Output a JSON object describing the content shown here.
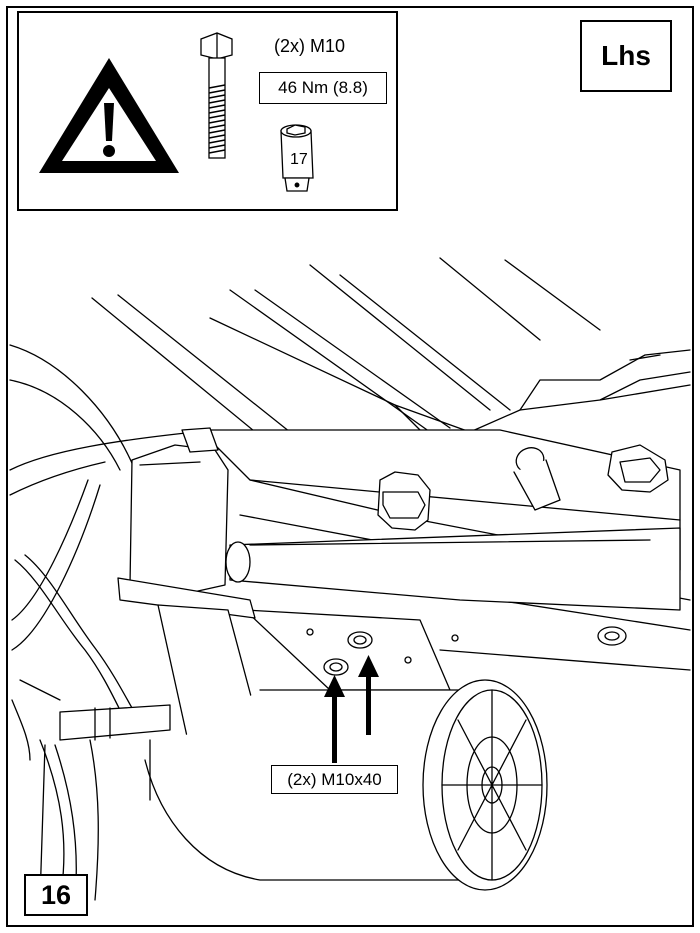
{
  "warning": {
    "quantity_label": "(2x) M10",
    "torque_label": "46 Nm (8.8)",
    "socket_size": "17"
  },
  "side_label": "Lhs",
  "bolt_callout": "(2x) M10x40",
  "step_number": "16"
}
